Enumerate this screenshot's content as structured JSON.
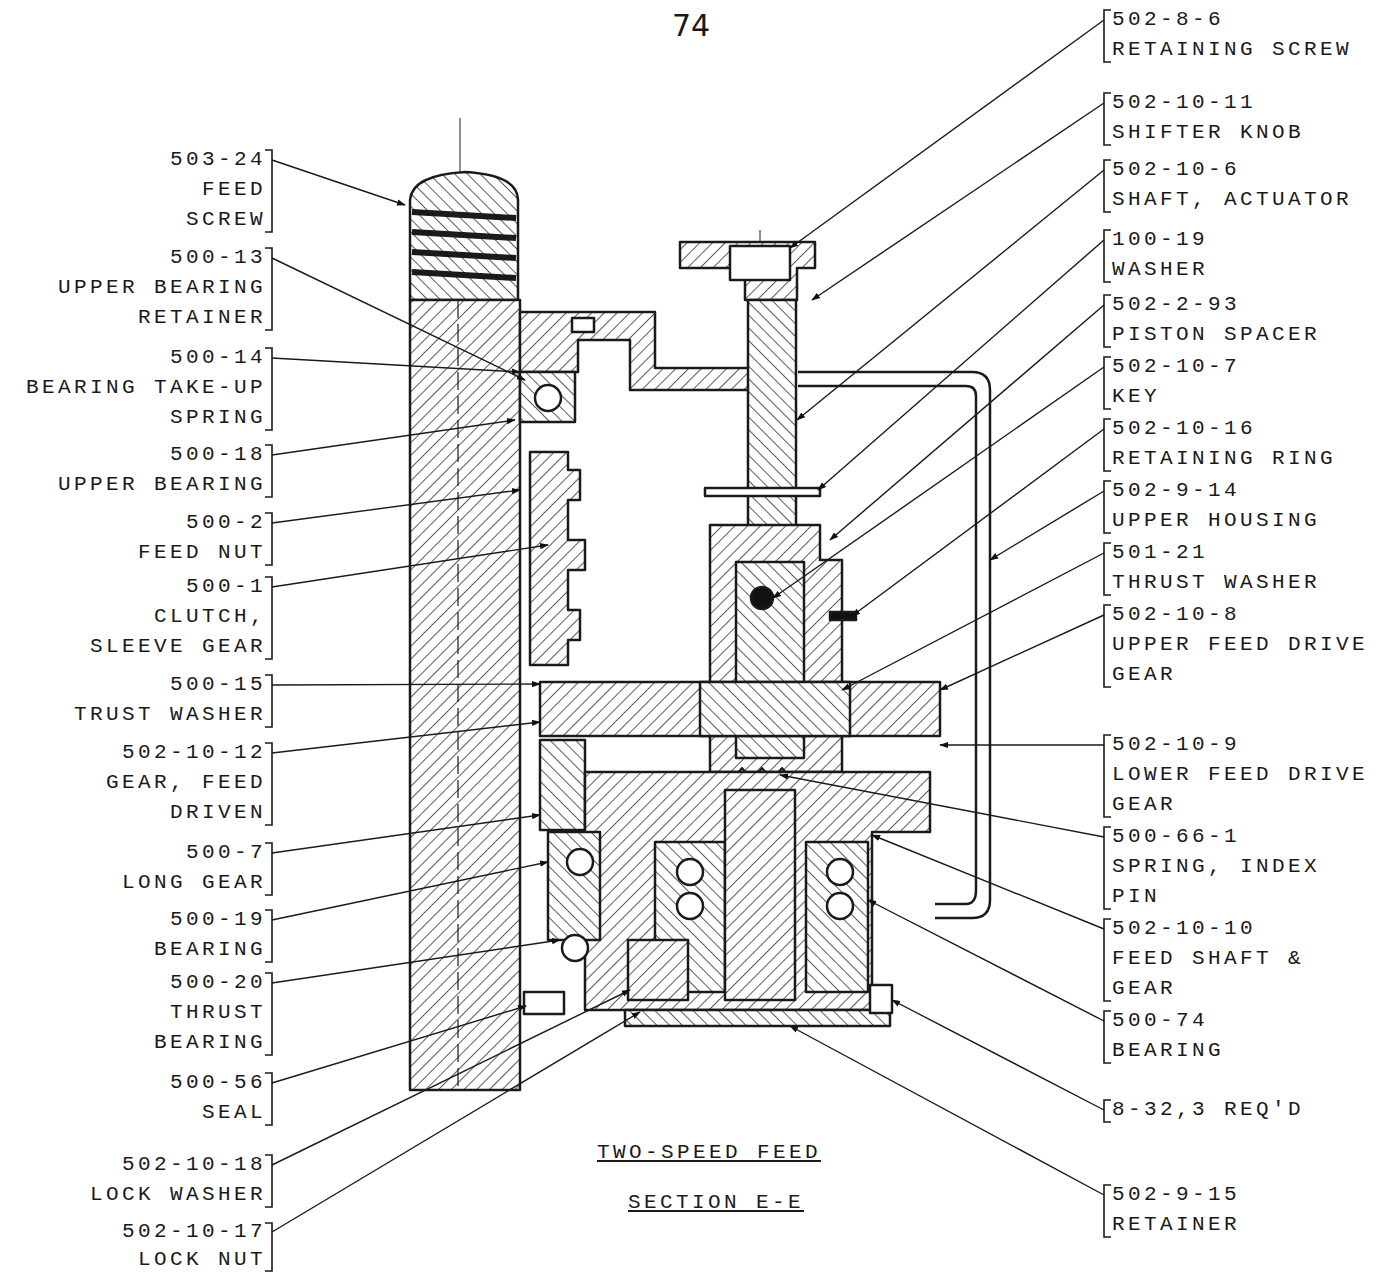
{
  "diagram": {
    "labels": [
      "74",
      "503-24",
      "FEED SCREW",
      "500-13",
      "UPPER BEARING RETAINER",
      "500-14",
      "BEARING TAKE-UP SPRING",
      "500-18",
      "UPPER BEARING",
      "500-2",
      "FEED NUT",
      "500-1",
      "CLUTCH, SLEEVE GEAR",
      "500-15",
      "TRUST WASHER",
      "502-10-12",
      "GEAR, FEED DRIVEN",
      "500-7",
      "LONG GEAR",
      "500-19",
      "BEARING",
      "500-20",
      "THRUST BEARING",
      "500-56",
      "SEAL",
      "502-10-18",
      "LOCK WASHER",
      "502-10-17",
      "LOCK NUT",
      "502-8-6",
      "RETAINING SCREW",
      "502-10-11",
      "SHIFTER KNOB",
      "502-10-6",
      "SHAFT, ACTUATOR",
      "100-19",
      "WASHER",
      "502-2-93",
      "PISTON SPACER",
      "502-10-7",
      "KEY",
      "502-10-16",
      "RETAINING RING",
      "502-9-14",
      "UPPER HOUSING",
      "501-21",
      "THRUST WASHER",
      "502-10-8",
      "UPPER FEED DRIVE GEAR",
      "502-10-9",
      "LOWER FEED DRIVE GEAR",
      "500-66-1",
      "SPRING, INDEX PIN",
      "502-10-10",
      "FEED SHAFT & GEAR",
      "500-74",
      "BEARING",
      "8-32,3 REQ'D",
      "502-9-15",
      "RETAINER",
      "TWO-SPEED FEED",
      "SECTION E-E"
    ]
  }
}
